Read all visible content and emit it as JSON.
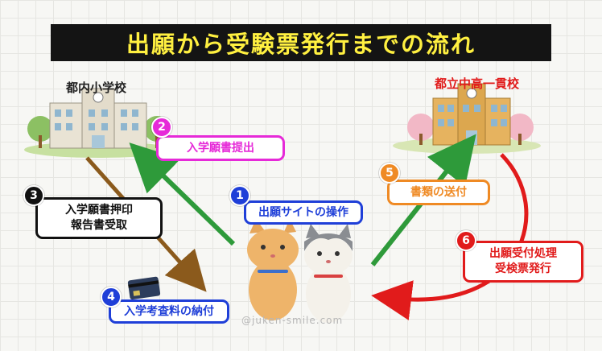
{
  "title": "出願から受験票発行までの流れ",
  "places": {
    "elementary": "都内小学校",
    "junior_high": "都立中高一貫校"
  },
  "steps": [
    {
      "num": "1",
      "lines": [
        "出願サイトの操作"
      ],
      "color": "#1f3fd8"
    },
    {
      "num": "2",
      "lines": [
        "入学願書提出"
      ],
      "color": "#e62ad8"
    },
    {
      "num": "3",
      "lines": [
        "入学願書押印",
        "報告書受取"
      ],
      "color": "#111111"
    },
    {
      "num": "4",
      "lines": [
        "入学考査料の納付"
      ],
      "color": "#1f3fd8"
    },
    {
      "num": "5",
      "lines": [
        "書類の送付"
      ],
      "color": "#ef8a24"
    },
    {
      "num": "6",
      "lines": [
        "出願受付処理",
        "受検票発行"
      ],
      "color": "#e11b1b"
    }
  ],
  "arrow_colors": {
    "green": "#2e9a3a",
    "brown": "#8b5a1c",
    "red": "#e11b1b"
  },
  "watermark": "@juken-smile.com"
}
